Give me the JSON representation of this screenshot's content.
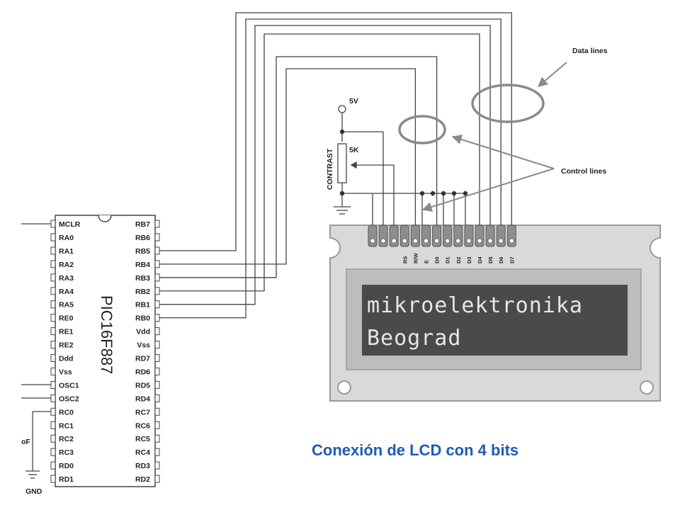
{
  "chip": {
    "name": "PIC16F887",
    "left_pins": [
      "MCLR",
      "RA0",
      "RA1",
      "RA2",
      "RA3",
      "RA4",
      "RA5",
      "RE0",
      "RE1",
      "RE2",
      "Ddd",
      "Vss",
      "OSC1",
      "OSC2",
      "RC0",
      "RC1",
      "RC2",
      "RC3",
      "RD0",
      "RD1"
    ],
    "right_pins": [
      "RB7",
      "RB6",
      "RB5",
      "RB4",
      "RB3",
      "RB2",
      "RB1",
      "RB0",
      "Vdd",
      "Vss",
      "RD7",
      "RD6",
      "RD5",
      "RD4",
      "RC7",
      "RC6",
      "RC5",
      "RC4",
      "RD3",
      "RD2"
    ]
  },
  "lcd": {
    "pins": [
      "RS",
      "R/W",
      "E",
      "D0",
      "D1",
      "D2",
      "D3",
      "D4",
      "D5",
      "D6",
      "D7"
    ],
    "line1": "mikroelektronika",
    "line2": "Beograd"
  },
  "labels": {
    "supply": "5V",
    "pot_value": "5K",
    "pot_name": "CONTRAST",
    "data_lines": "Data lines",
    "control_lines": "Control lines",
    "gnd": "GND",
    "cap_fragment": "oF"
  },
  "caption": "Conexión  de LCD con 4 bits",
  "colors": {
    "caption": "#1f5bb5",
    "lcd_screen": "#4a4a4a",
    "lcd_bezel": "#d9d9d9"
  }
}
